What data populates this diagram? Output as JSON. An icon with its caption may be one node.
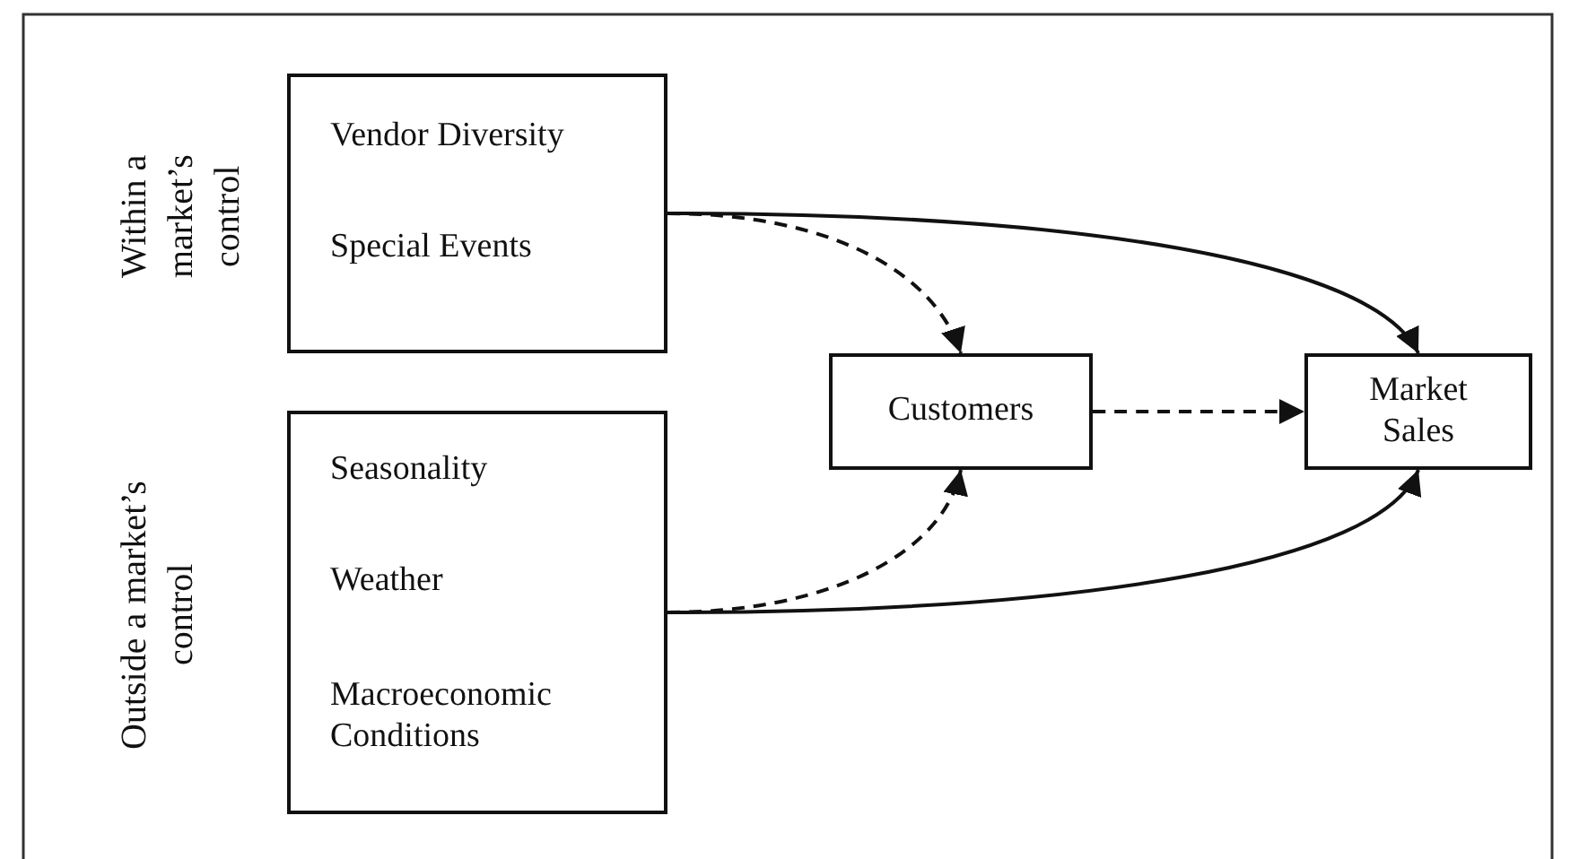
{
  "diagram": {
    "nodes": [
      {
        "text": [
          "Within a market’s control",
          "Vendor Diversity",
          "Special Events"
        ]
      },
      {
        "text": [
          "Outside a market’s control",
          "Seasonality",
          "Weather",
          "Macroeconomic Conditions"
        ]
      },
      {
        "text": [
          "Customers"
        ]
      },
      {
        "text": [
          "Market Sales"
        ]
      }
    ],
    "edges": [
      {
        "from": 0,
        "to": 3,
        "arrow": "to"
      },
      {
        "from": 0,
        "to": 2,
        "arrow": "to",
        "style": "dashed"
      },
      {
        "from": 1,
        "to": 2,
        "arrow": "to",
        "style": "dashed"
      },
      {
        "from": 1,
        "to": 3,
        "arrow": "to"
      },
      {
        "from": 2,
        "to": 3,
        "arrow": "to",
        "style": "dashed"
      }
    ]
  }
}
